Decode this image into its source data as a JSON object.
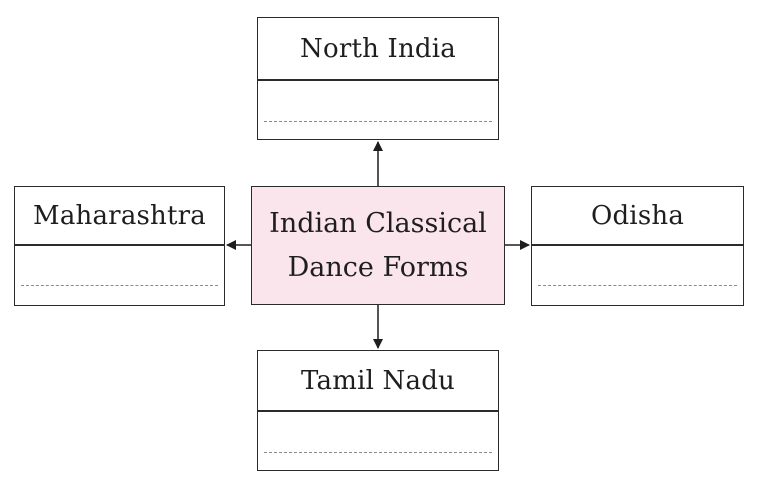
{
  "center": {
    "line1": "Indian Classical",
    "line2": "Dance Forms",
    "fill_color": "#fbe5ec"
  },
  "boxes": {
    "north": {
      "title": "North India"
    },
    "west": {
      "title": "Maharashtra"
    },
    "east": {
      "title": "Odisha"
    },
    "south": {
      "title": "Tamil Nadu"
    }
  }
}
